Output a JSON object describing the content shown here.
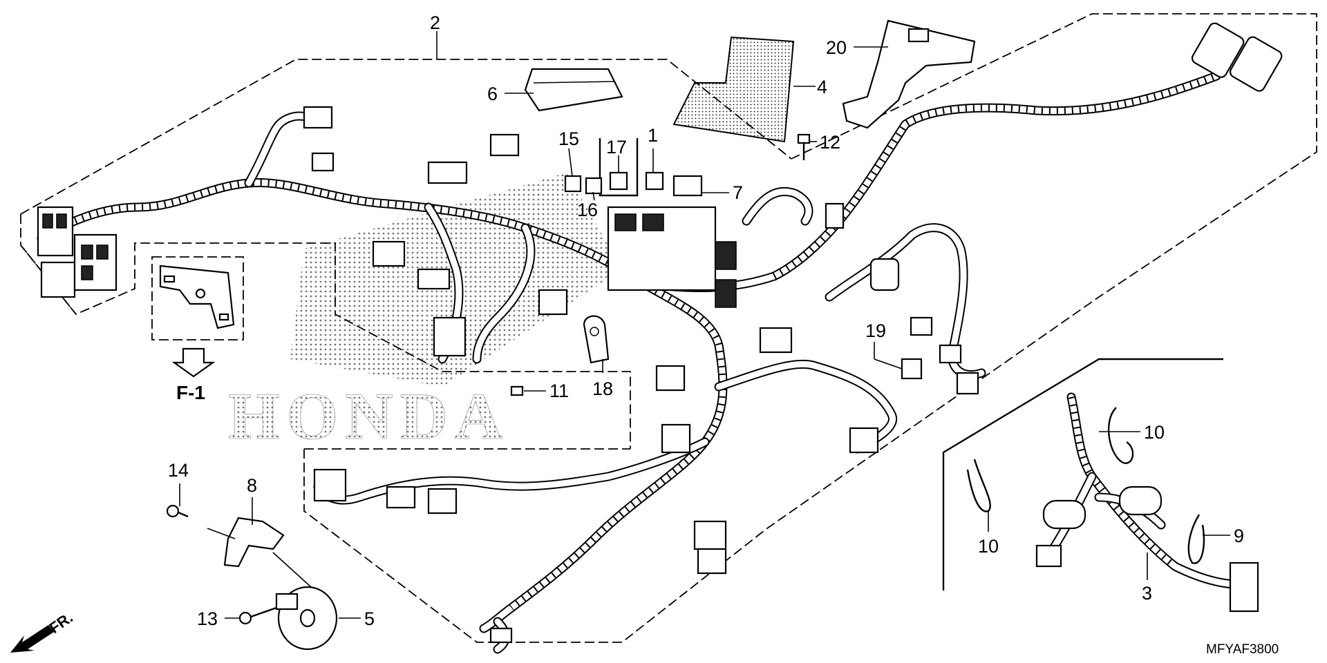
{
  "diagram": {
    "callouts": [
      {
        "id": "c2",
        "label": "2"
      },
      {
        "id": "c6",
        "label": "6"
      },
      {
        "id": "c4",
        "label": "4"
      },
      {
        "id": "c20",
        "label": "20"
      },
      {
        "id": "c12",
        "label": "12"
      },
      {
        "id": "c15",
        "label": "15"
      },
      {
        "id": "c17",
        "label": "17"
      },
      {
        "id": "c1",
        "label": "1"
      },
      {
        "id": "c7",
        "label": "7"
      },
      {
        "id": "c16",
        "label": "16"
      },
      {
        "id": "c19",
        "label": "19"
      },
      {
        "id": "c11",
        "label": "11"
      },
      {
        "id": "c18",
        "label": "18"
      },
      {
        "id": "c10a",
        "label": "10"
      },
      {
        "id": "c10b",
        "label": "10"
      },
      {
        "id": "c9",
        "label": "9"
      },
      {
        "id": "c3",
        "label": "3"
      },
      {
        "id": "c14",
        "label": "14"
      },
      {
        "id": "c8",
        "label": "8"
      },
      {
        "id": "c13",
        "label": "13"
      },
      {
        "id": "c5",
        "label": "5"
      }
    ],
    "view_reference": "F-1",
    "front_indicator": "FR.",
    "watermark_logo": "HONDA",
    "diagram_code": "MFYAF3800"
  }
}
